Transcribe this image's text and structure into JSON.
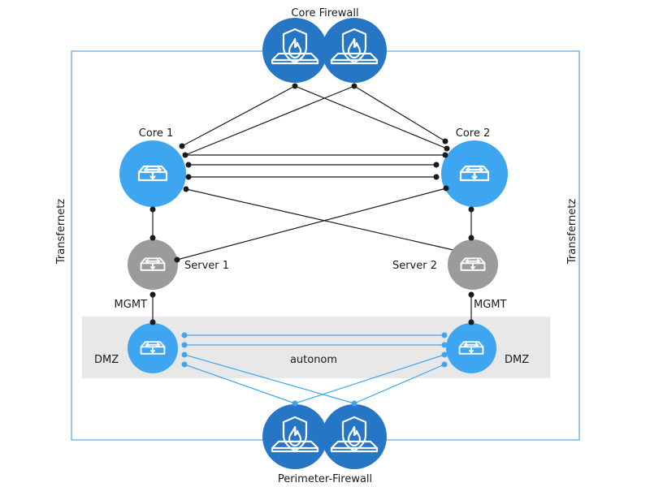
{
  "labels": {
    "core_firewall": "Core Firewall",
    "core1": "Core 1",
    "core2": "Core 2",
    "server1": "Server 1",
    "server2": "Server 2",
    "mgmt_left": "MGMT",
    "mgmt_right": "MGMT",
    "dmz_left": "DMZ",
    "dmz_right": "DMZ",
    "autonom": "autonom",
    "transfernetz_left": "Transfernetz",
    "transfernetz_right": "Transfernetz",
    "perimeter_firewall": "Perimeter-Firewall"
  },
  "colors": {
    "firewall": "#2676c6",
    "core": "#3ea6f1",
    "server": "#9b9b9b",
    "dmz": "#3ea6f1",
    "link_dark": "#1a1a1a",
    "link_blue": "#3ea6f1",
    "frame": "#5aa3dd",
    "dmz_band": "#e8e8e8"
  },
  "icons": {
    "firewall": "firewall-shield-flame-icon",
    "switch": "switch-arrows-icon"
  }
}
